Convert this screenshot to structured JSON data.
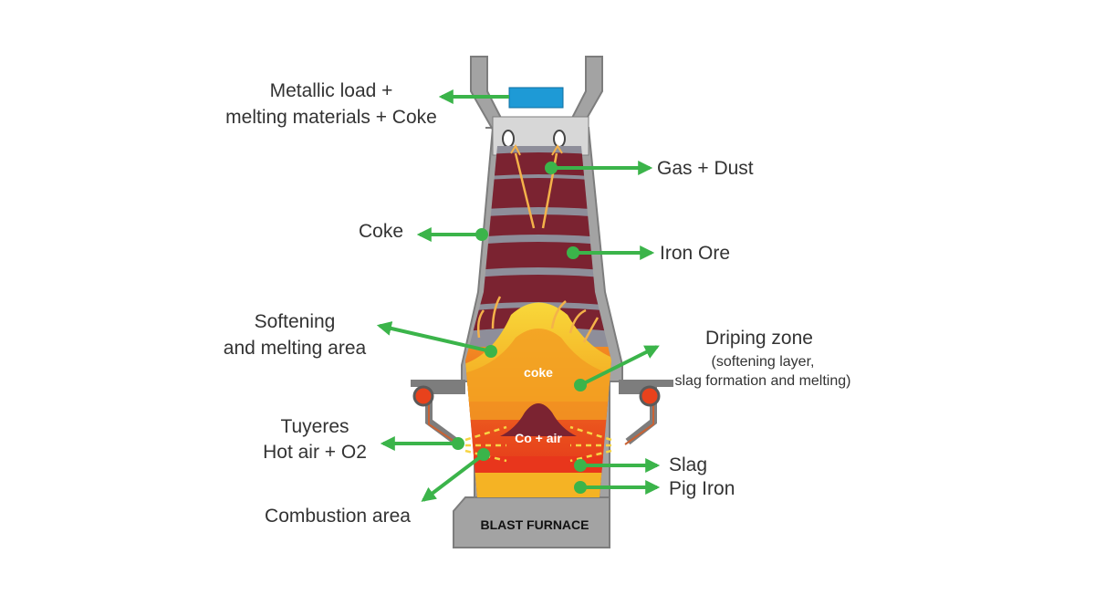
{
  "labels": {
    "metallic_load_1": "Metallic load +",
    "metallic_load_2": "melting materials + Coke",
    "gas_dust": "Gas + Dust",
    "coke": "Coke",
    "iron_ore": "Iron Ore",
    "softening_1": "Softening",
    "softening_2": "and melting area",
    "driping_1": "Driping zone",
    "driping_2": "(softening layer,",
    "driping_3": "slag formation and melting)",
    "tuyeres_1": "Tuyeres",
    "tuyeres_2": "Hot air + O2",
    "combustion": "Combustion area",
    "slag": "Slag",
    "pig_iron": "Pig Iron",
    "inner_coke": "coke",
    "inner_co_air": "Co + air",
    "base": "BLAST FURNACE"
  },
  "colors": {
    "arrow": "#3bb44a",
    "shell": "#a3a3a3",
    "shell_dark": "#7d7d7d",
    "coke_layer": "#7b2331",
    "ore_layer": "#8e8e9a",
    "hopper": "#1e9ad6",
    "yellow_zone": "#f6c12a",
    "orange_zone": "#f07a1e",
    "molten": "#e8361c",
    "pig_iron": "#f5b324",
    "tuyere": "#e8421c"
  }
}
